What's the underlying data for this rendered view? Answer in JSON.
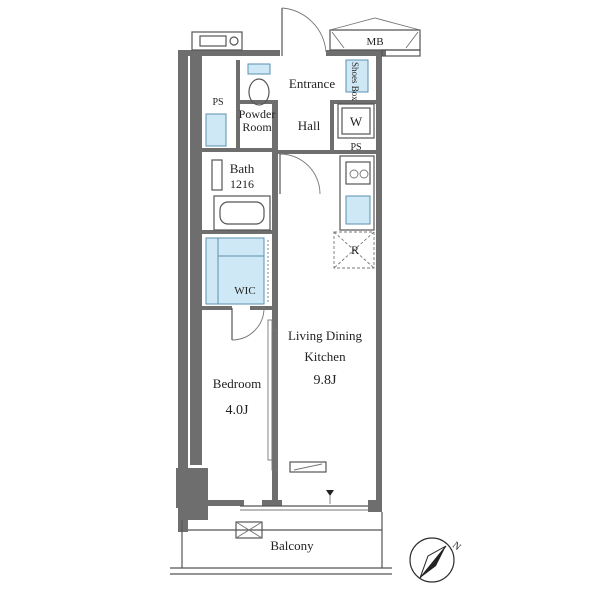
{
  "rooms": {
    "mb": "MB",
    "entrance": "Entrance",
    "shoes_box": "Shoes Box",
    "ps_left": "PS",
    "ps_right": "PS",
    "powder_room_line1": "Powder",
    "powder_room_line2": "Room",
    "hall": "Hall",
    "washer": "W",
    "bath_line1": "Bath",
    "bath_line2": "1216",
    "refrigerator": "R",
    "wic": "WIC",
    "ldk_line1": "Living Dining",
    "ldk_line2": "Kitchen",
    "ldk_size": "9.8J",
    "bedroom": "Bedroom",
    "bedroom_size": "4.0J",
    "balcony": "Balcony"
  },
  "compass": {
    "label": "N",
    "icon": "north-arrow-icon"
  },
  "colors": {
    "wall": "#6e6e6e",
    "fixture": "#cfe8f6",
    "line": "#555555"
  }
}
